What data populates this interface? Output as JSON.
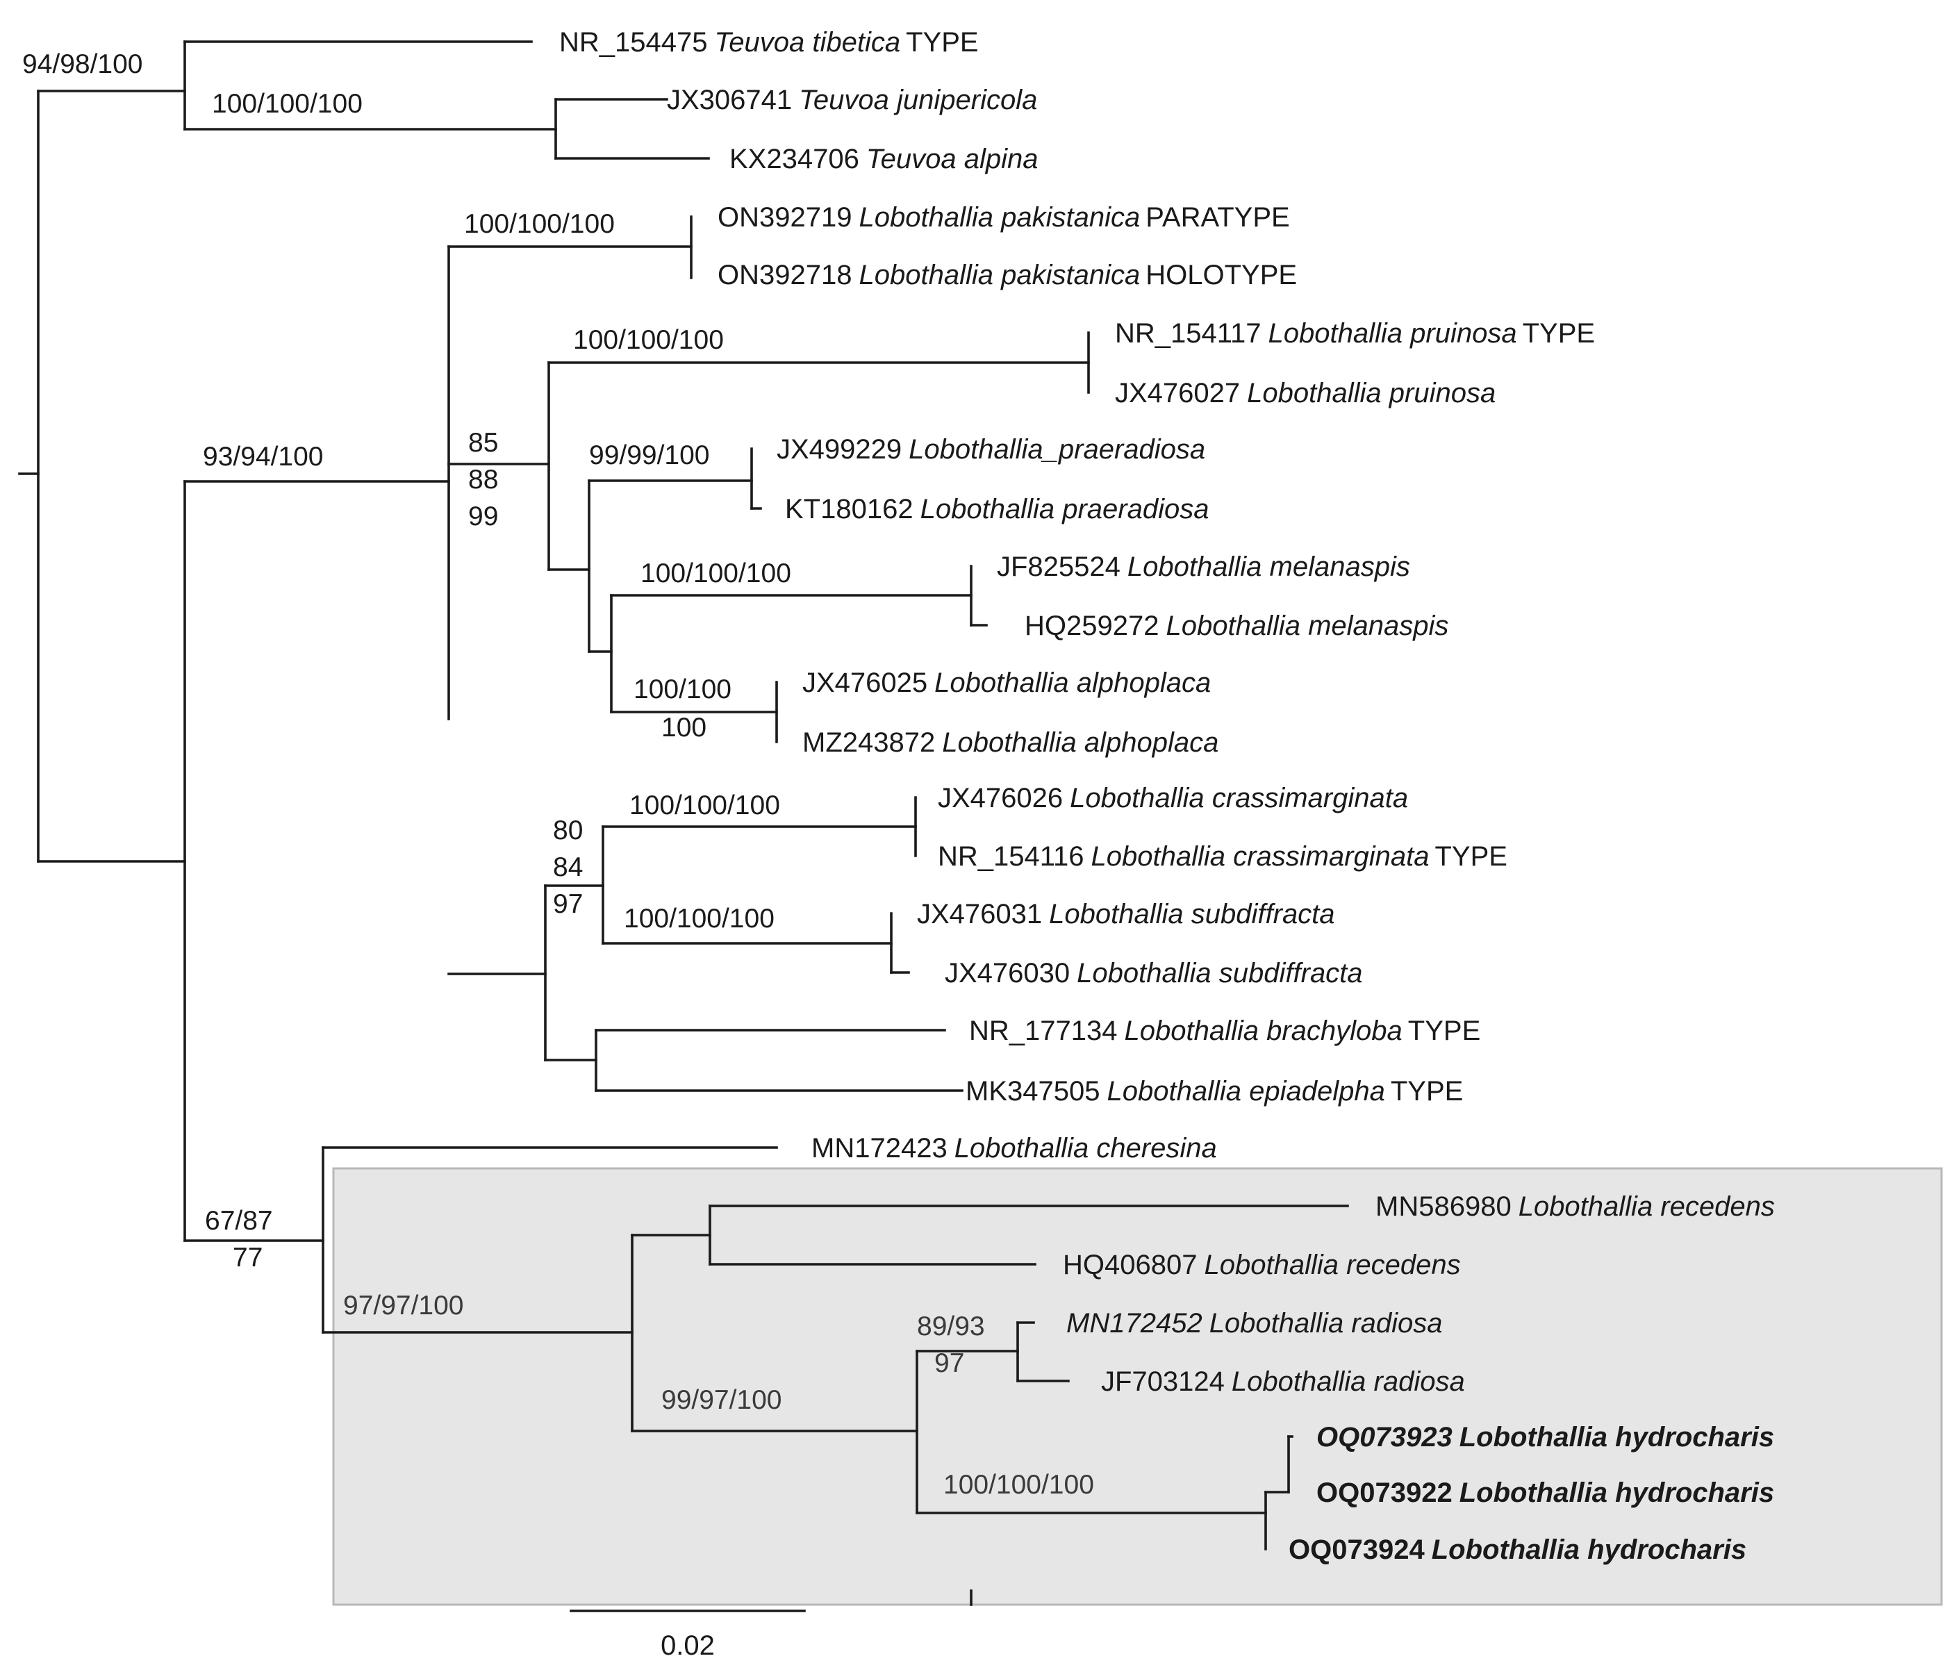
{
  "tips": [
    {
      "id": "t1",
      "acc": "NR_154475",
      "name": "Teuvoa tibetica",
      "suffix": "TYPE",
      "bold": false,
      "italic_acc": false
    },
    {
      "id": "t2",
      "acc": "JX306741",
      "name": "Teuvoa junipericola",
      "suffix": "",
      "bold": false,
      "italic_acc": false
    },
    {
      "id": "t3",
      "acc": "KX234706",
      "name": "Teuvoa alpina",
      "suffix": "",
      "bold": false,
      "italic_acc": false
    },
    {
      "id": "t4",
      "acc": "ON392719",
      "name": "Lobothallia pakistanica",
      "suffix": "PARATYPE",
      "bold": false,
      "italic_acc": false
    },
    {
      "id": "t5",
      "acc": "ON392718",
      "name": "Lobothallia pakistanica",
      "suffix": "HOLOTYPE",
      "bold": false,
      "italic_acc": false
    },
    {
      "id": "t6",
      "acc": "NR_154117",
      "name": "Lobothallia pruinosa",
      "suffix": "TYPE",
      "bold": false,
      "italic_acc": false
    },
    {
      "id": "t7",
      "acc": "JX476027",
      "name": "Lobothallia pruinosa",
      "suffix": "",
      "bold": false,
      "italic_acc": false
    },
    {
      "id": "t8",
      "acc": "JX499229",
      "name": "Lobothallia_praeradiosa",
      "suffix": "",
      "bold": false,
      "italic_acc": false
    },
    {
      "id": "t9",
      "acc": "KT180162",
      "name": "Lobothallia praeradiosa",
      "suffix": "",
      "bold": false,
      "italic_acc": false
    },
    {
      "id": "t10",
      "acc": "JF825524",
      "name": "Lobothallia melanaspis",
      "suffix": "",
      "bold": false,
      "italic_acc": false
    },
    {
      "id": "t11",
      "acc": "HQ259272",
      "name": "Lobothallia melanaspis",
      "suffix": "",
      "bold": false,
      "italic_acc": false
    },
    {
      "id": "t12",
      "acc": "JX476025",
      "name": "Lobothallia alphoplaca",
      "suffix": "",
      "bold": false,
      "italic_acc": false
    },
    {
      "id": "t13",
      "acc": "MZ243872",
      "name": "Lobothallia alphoplaca",
      "suffix": "",
      "bold": false,
      "italic_acc": false
    },
    {
      "id": "t14",
      "acc": "JX476026",
      "name": "Lobothallia crassimarginata",
      "suffix": "",
      "bold": false,
      "italic_acc": false
    },
    {
      "id": "t15",
      "acc": "NR_154116",
      "name": "Lobothallia crassimarginata",
      "suffix": "TYPE",
      "bold": false,
      "italic_acc": false
    },
    {
      "id": "t16",
      "acc": "JX476031",
      "name": "Lobothallia subdiffracta",
      "suffix": "",
      "bold": false,
      "italic_acc": false
    },
    {
      "id": "t17",
      "acc": "JX476030",
      "name": "Lobothallia subdiffracta",
      "suffix": "",
      "bold": false,
      "italic_acc": false
    },
    {
      "id": "t18",
      "acc": "NR_177134",
      "name": "Lobothallia brachyloba",
      "suffix": "TYPE",
      "bold": false,
      "italic_acc": false
    },
    {
      "id": "t19",
      "acc": "MK347505",
      "name": "Lobothallia epiadelpha",
      "suffix": "TYPE",
      "bold": false,
      "italic_acc": false
    },
    {
      "id": "t20",
      "acc": "MN172423",
      "name": "Lobothallia cheresina",
      "suffix": "",
      "bold": false,
      "italic_acc": false
    },
    {
      "id": "t21",
      "acc": "MN586980",
      "name": "Lobothallia recedens",
      "suffix": "",
      "bold": false,
      "italic_acc": false
    },
    {
      "id": "t22",
      "acc": "HQ406807",
      "name": "Lobothallia recedens",
      "suffix": "",
      "bold": false,
      "italic_acc": false
    },
    {
      "id": "t23",
      "acc": "MN172452",
      "name": "Lobothallia radiosa",
      "suffix": "",
      "bold": false,
      "italic_acc": true
    },
    {
      "id": "t24",
      "acc": "JF703124",
      "name": "Lobothallia radiosa",
      "suffix": "",
      "bold": false,
      "italic_acc": false
    },
    {
      "id": "t25",
      "acc": "OQ073923",
      "name": "Lobothallia hydrocharis",
      "suffix": "",
      "bold": true,
      "italic_acc": true
    },
    {
      "id": "t26",
      "acc": "OQ073922",
      "name": "Lobothallia hydrocharis",
      "suffix": "",
      "bold": true,
      "italic_acc": false
    },
    {
      "id": "t27",
      "acc": "OQ073924",
      "name": "Lobothallia hydrocharis",
      "suffix": "",
      "bold": true,
      "italic_acc": false
    }
  ],
  "support_values": [
    {
      "id": "s_teuvoa",
      "lines": [
        "94/98/100"
      ],
      "grey": false
    },
    {
      "id": "s_teuvoa_jun",
      "lines": [
        "100/100/100"
      ],
      "grey": false
    },
    {
      "id": "s_lobo",
      "lines": [
        "93/94/100"
      ],
      "grey": false
    },
    {
      "id": "s_pak",
      "lines": [
        "100/100/100"
      ],
      "grey": false
    },
    {
      "id": "s_core",
      "lines": [
        "85",
        "88",
        "99"
      ],
      "grey": false
    },
    {
      "id": "s_pru",
      "lines": [
        "100/100/100"
      ],
      "grey": false
    },
    {
      "id": "s_prae",
      "lines": [
        "99/99/100"
      ],
      "grey": false
    },
    {
      "id": "s_mel",
      "lines": [
        "100/100/100"
      ],
      "grey": false
    },
    {
      "id": "s_alph",
      "lines": [
        "100/100",
        "100"
      ],
      "grey": false
    },
    {
      "id": "s_cs",
      "lines": [
        "80",
        "84",
        "97"
      ],
      "grey": false
    },
    {
      "id": "s_cras",
      "lines": [
        "100/100/100"
      ],
      "grey": false
    },
    {
      "id": "s_subd",
      "lines": [
        "100/100/100"
      ],
      "grey": false
    },
    {
      "id": "s_bottom",
      "lines": [
        "67/87",
        "77"
      ],
      "grey": false
    },
    {
      "id": "s_rec_clade",
      "lines": [
        "97/97/100"
      ],
      "grey": true
    },
    {
      "id": "s_radhyd",
      "lines": [
        "99/97/100"
      ],
      "grey": true
    },
    {
      "id": "s_rad",
      "lines": [
        "89/93",
        "97"
      ],
      "grey": true
    },
    {
      "id": "s_hyd",
      "lines": [
        "100/100/100"
      ],
      "grey": true
    }
  ],
  "scale_bar": {
    "label": "0.02"
  }
}
